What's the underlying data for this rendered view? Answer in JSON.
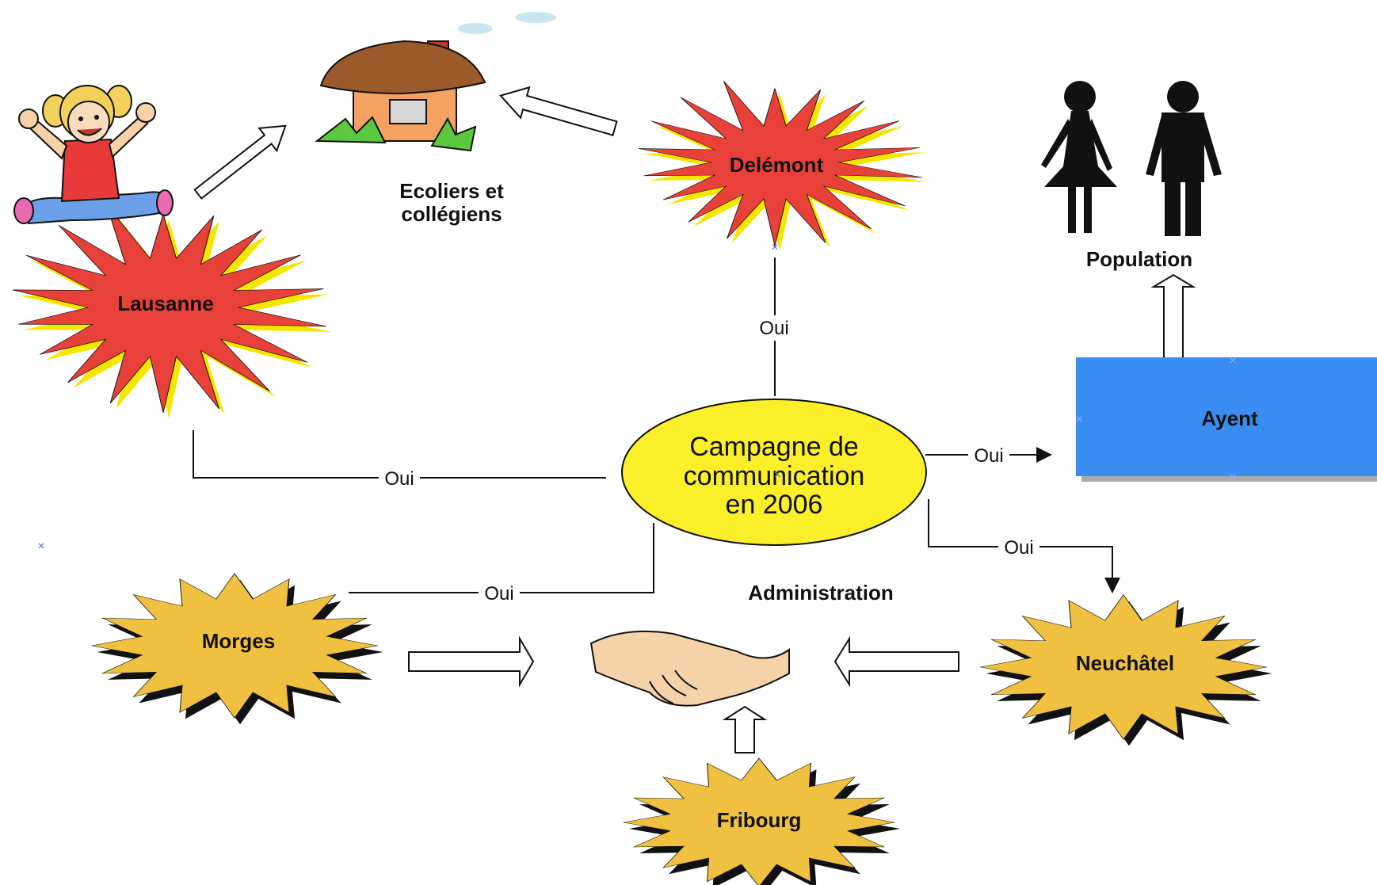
{
  "diagram": {
    "center": {
      "lines": [
        "Campagne de",
        "communication",
        "en 2006"
      ]
    },
    "nodes": {
      "lausanne": "Lausanne",
      "delemont": "Delémont",
      "ayent": "Ayent",
      "morges": "Morges",
      "neuchatel": "Neuchâtel",
      "fribourg": "Fribourg"
    },
    "groups": {
      "ecoliers": [
        "Ecoliers et",
        "collégiens"
      ],
      "population": "Population",
      "administration": "Administration"
    },
    "edge_label": "Oui",
    "colors": {
      "red_burst": "#e8413a",
      "yellow_shadow": "#f5e600",
      "gold_burst": "#f0c040",
      "center_fill": "#fbef2a",
      "ayent_fill": "#3a8df0"
    },
    "icons": [
      "girl-icon",
      "house-icon",
      "silhouettes-icon",
      "handshake-icon"
    ]
  }
}
